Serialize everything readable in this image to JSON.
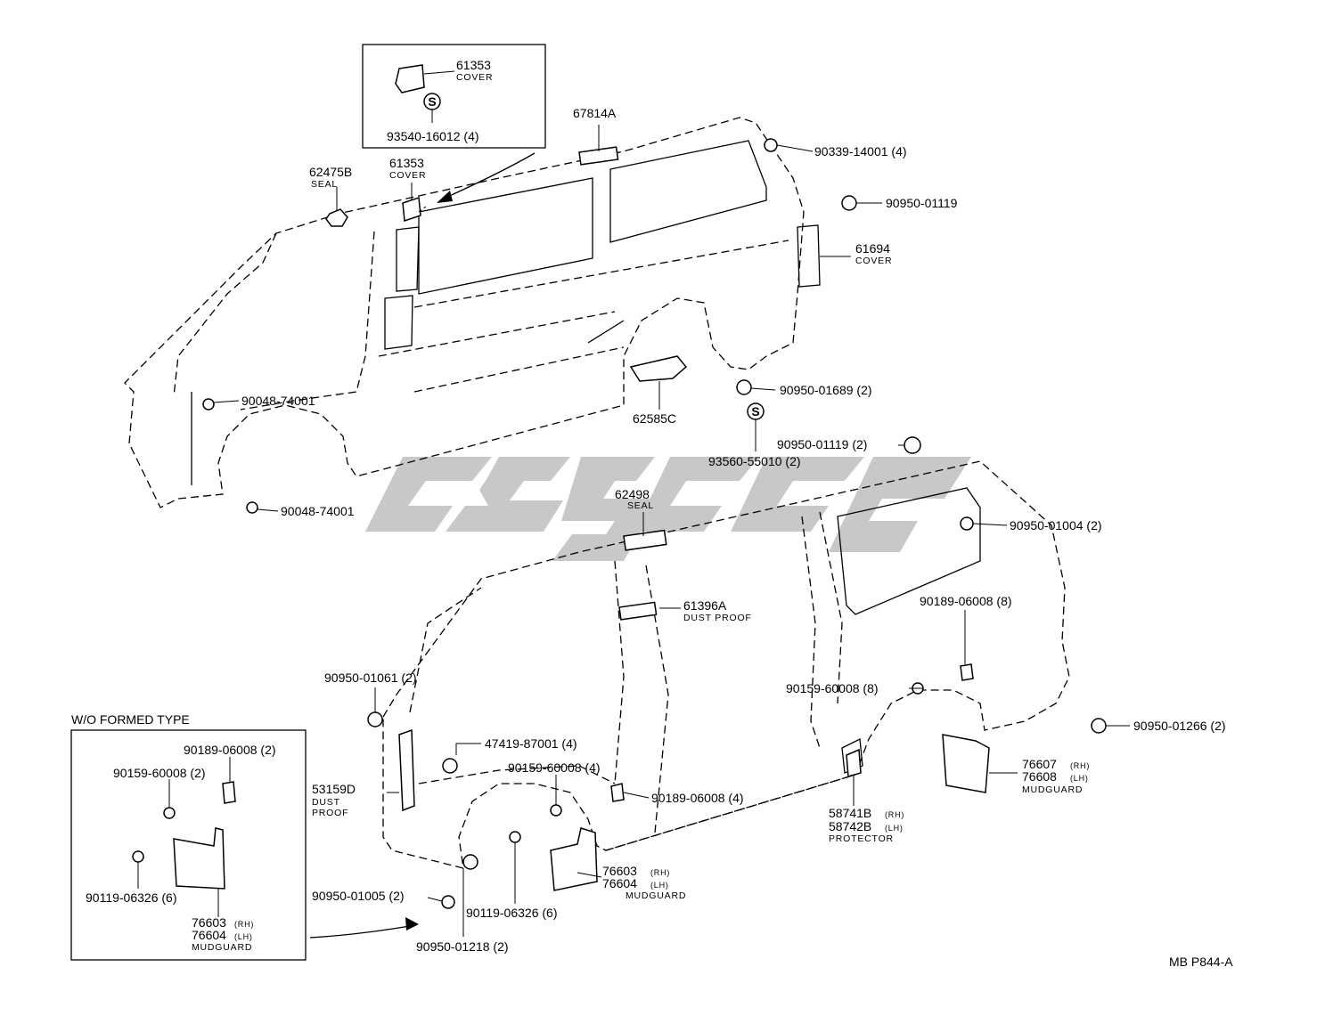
{
  "diagram": {
    "code": "MB P844-A",
    "inset_wo_formed_title": "W/O FORMED TYPE",
    "callouts": [
      {
        "id": "c1",
        "number": "61353",
        "name": "COVER"
      },
      {
        "id": "c2",
        "number": "93540-16012 (4)"
      },
      {
        "id": "c3",
        "number": "67814A"
      },
      {
        "id": "c4",
        "number": "90339-14001 (4)"
      },
      {
        "id": "c5",
        "number": "62475B",
        "name": "SEAL"
      },
      {
        "id": "c6",
        "number": "61353",
        "name": "COVER"
      },
      {
        "id": "c7",
        "number": "90950-01119"
      },
      {
        "id": "c8",
        "number": "61694",
        "name": "COVER"
      },
      {
        "id": "c9",
        "number": "90048-74001"
      },
      {
        "id": "c10",
        "number": "90950-01689 (2)"
      },
      {
        "id": "c11",
        "number": "62585C"
      },
      {
        "id": "c12",
        "number": "90950-01119 (2)"
      },
      {
        "id": "c13",
        "number": "93560-55010 (2)"
      },
      {
        "id": "c14",
        "number": "90048-74001"
      },
      {
        "id": "c15",
        "number": "62498",
        "name": "SEAL"
      },
      {
        "id": "c16",
        "number": "90950-01004 (2)"
      },
      {
        "id": "c17",
        "number": "61396A",
        "name": "DUST PROOF"
      },
      {
        "id": "c18",
        "number": "90189-06008 (8)"
      },
      {
        "id": "c19",
        "number": "90950-01061 (2)"
      },
      {
        "id": "c20",
        "number": "90159-60008 (8)"
      },
      {
        "id": "c21",
        "number": "90950-01266 (2)"
      },
      {
        "id": "c22",
        "number": "47419-87001 (4)"
      },
      {
        "id": "c23",
        "number": "90159-60008 (4)"
      },
      {
        "id": "c24",
        "number": "90189-06008 (4)"
      },
      {
        "id": "c25",
        "number": "53159D",
        "name": "DUST",
        "name2": "PROOF"
      },
      {
        "id": "c26",
        "number": "76607",
        "suffix": "(RH)",
        "number2": "76608",
        "suffix2": "(LH)",
        "name": "MUDGUARD"
      },
      {
        "id": "c27",
        "number": "58741B",
        "suffix": "(RH)",
        "number2": "58742B",
        "suffix2": "(LH)",
        "name": "PROTECTOR"
      },
      {
        "id": "c28",
        "number": "90189-06008 (2)"
      },
      {
        "id": "c29",
        "number": "90159-60008 (2)"
      },
      {
        "id": "c30",
        "number": "76603",
        "suffix": "(RH)",
        "number2": "76604",
        "suffix2": "(LH)",
        "name": "MUDGUARD"
      },
      {
        "id": "c31",
        "number": "90119-06326 (6)"
      },
      {
        "id": "c32",
        "number": "76603",
        "suffix": "(RH)",
        "number2": "76604",
        "suffix2": "(LH)",
        "name": "MUDGUARD"
      },
      {
        "id": "c33",
        "number": "90950-01005 (2)"
      },
      {
        "id": "c34",
        "number": "90119-06326 (6)"
      },
      {
        "id": "c35",
        "number": "90950-01218 (2)"
      }
    ],
    "symbols": {
      "s_mark": "S"
    }
  }
}
